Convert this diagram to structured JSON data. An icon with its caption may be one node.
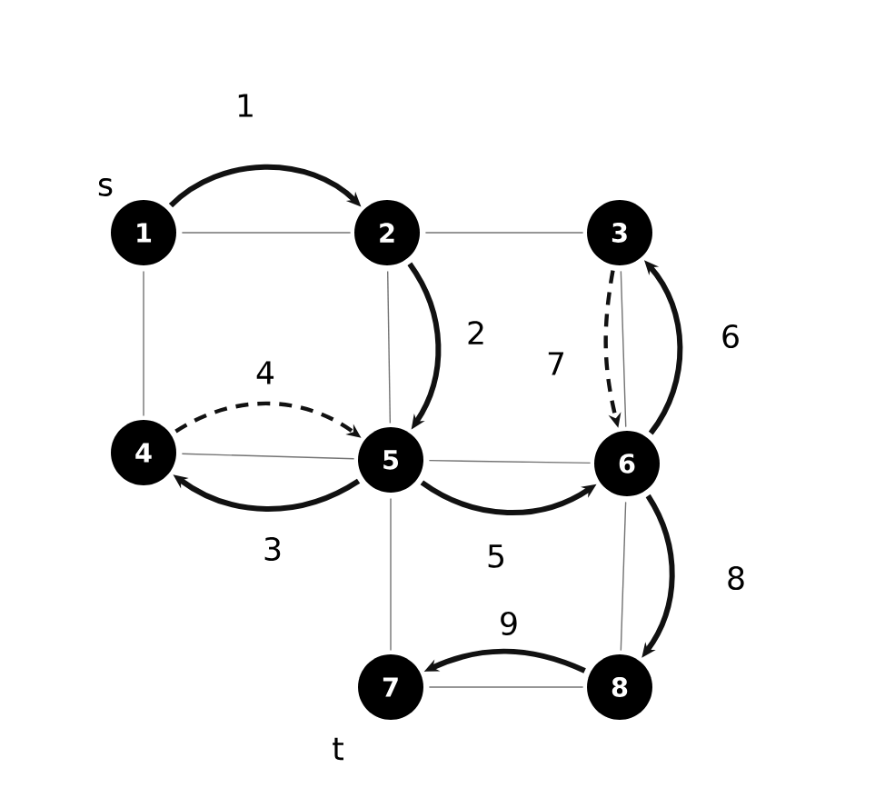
{
  "diagram": {
    "nodes": [
      {
        "text": [
          "1"
        ],
        "beside": [
          "s"
        ]
      },
      {
        "text": [
          "2"
        ]
      },
      {
        "text": [
          "3"
        ]
      },
      {
        "text": [
          "4"
        ]
      },
      {
        "text": [
          "5"
        ]
      },
      {
        "text": [
          "6"
        ]
      },
      {
        "text": [
          "7"
        ],
        "beside": [
          "t"
        ]
      },
      {
        "text": [
          "8"
        ]
      }
    ],
    "edges": [
      {
        "from": 0,
        "to": 1,
        "arrow": "none"
      },
      {
        "from": 1,
        "to": 2,
        "arrow": "none"
      },
      {
        "from": 0,
        "to": 3,
        "arrow": "none"
      },
      {
        "from": 1,
        "to": 4,
        "arrow": "none"
      },
      {
        "from": 2,
        "to": 5,
        "arrow": "none"
      },
      {
        "from": 3,
        "to": 4,
        "arrow": "none"
      },
      {
        "from": 4,
        "to": 5,
        "arrow": "none"
      },
      {
        "from": 4,
        "to": 6,
        "arrow": "none"
      },
      {
        "from": 5,
        "to": 7,
        "arrow": "none"
      },
      {
        "from": 6,
        "to": 7,
        "arrow": "none"
      },
      {
        "from": 0,
        "to": 1,
        "arrow": "to",
        "label": "1",
        "style": "thick",
        "color": "#111111"
      },
      {
        "from": 1,
        "to": 4,
        "arrow": "to",
        "label": "2",
        "style": "thick",
        "color": "#111111"
      },
      {
        "from": 4,
        "to": 3,
        "arrow": "to",
        "label": "3",
        "style": "thick",
        "color": "#111111"
      },
      {
        "from": 3,
        "to": 4,
        "arrow": "to",
        "label": "4",
        "style": "dashed",
        "color": "#111111"
      },
      {
        "from": 4,
        "to": 5,
        "arrow": "to",
        "label": "5",
        "style": "thick",
        "color": "#111111"
      },
      {
        "from": 5,
        "to": 2,
        "arrow": "to",
        "label": "6",
        "style": "thick",
        "color": "#111111"
      },
      {
        "from": 2,
        "to": 5,
        "arrow": "to",
        "label": "7",
        "style": "dashed",
        "color": "#111111"
      },
      {
        "from": 5,
        "to": 7,
        "arrow": "to",
        "label": "8",
        "style": "thick",
        "color": "#111111"
      },
      {
        "from": 7,
        "to": 6,
        "arrow": "to",
        "label": "9",
        "style": "thick",
        "color": "#111111"
      }
    ]
  }
}
